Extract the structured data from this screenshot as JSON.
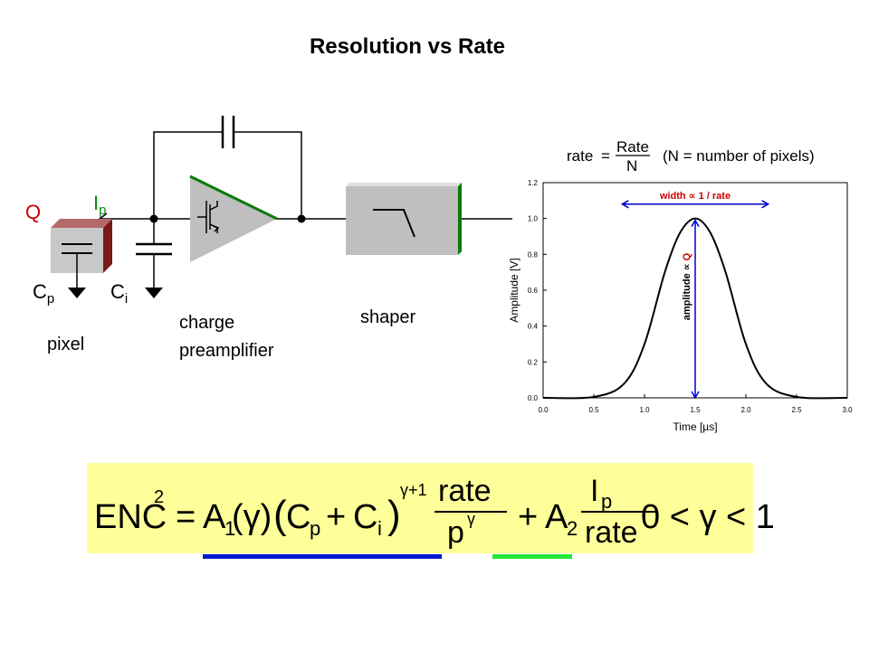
{
  "title": "Resolution vs Rate",
  "circuit": {
    "charge_label": "Q",
    "ip_main": "I",
    "ip_sub": "p",
    "cp_main": "C",
    "cp_sub": "p",
    "ci_main": "C",
    "ci_sub": "i",
    "pixel_label": "pixel",
    "preamp_label_line1": "charge",
    "preamp_label_line2": "preamplifier",
    "shaper_label": "shaper"
  },
  "rate_formula": {
    "lhs": "rate",
    "numerator": "Rate",
    "denominator": "N",
    "note": "(N = number of pixels)"
  },
  "chart_data": {
    "type": "line",
    "xlabel": "Time [µs]",
    "ylabel": "Amplitude [V]",
    "xlim": [
      0.0,
      3.0
    ],
    "ylim": [
      0.0,
      1.2
    ],
    "xticks": [
      "0.0",
      "0.5",
      "1.0",
      "1.5",
      "2.0",
      "2.5",
      "3.0"
    ],
    "yticks": [
      "0.0",
      "0.2",
      "0.4",
      "0.6",
      "0.8",
      "1.0",
      "1.2"
    ],
    "x": [
      0.0,
      0.5,
      0.8,
      1.0,
      1.2,
      1.35,
      1.5,
      1.65,
      1.8,
      2.0,
      2.2,
      2.5,
      3.0
    ],
    "y": [
      0.0,
      0.005,
      0.08,
      0.3,
      0.7,
      0.92,
      1.0,
      0.92,
      0.7,
      0.3,
      0.08,
      0.005,
      0.0
    ],
    "annotations": {
      "width": "width ∝ 1 / rate",
      "amplitude": "amplitude ∝ Q"
    },
    "colors": {
      "curve": "#000000",
      "annotation": "#cc0000",
      "arrow": "#0000cc"
    }
  },
  "enc_formula": {
    "enc": "ENC",
    "enc_exp": "2",
    "eq": "=",
    "a1": "A",
    "a1_sub": "1",
    "gamma_paren": "(γ)",
    "open_paren": "(",
    "cp": "C",
    "cp_sub": "p",
    "plus1": "+",
    "ci": "C",
    "ci_sub": "i",
    "close_paren": ")",
    "exp": "γ+1",
    "frac1_num": "rate",
    "frac1_den": "p",
    "frac1_den_exp": "γ",
    "plus2": "+",
    "a2": "A",
    "a2_sub": "2",
    "frac2_num": "I",
    "frac2_num_sub": "p",
    "frac2_den": "rate",
    "range": "0 < γ < 1"
  },
  "colors": {
    "formula_bg": "#ffff99",
    "underline_blue": "#0019cc",
    "underline_green": "#22e63a",
    "ip_green": "#0a8a0a",
    "q_red": "#cc0000",
    "pixel_red": "#8a1a1a"
  }
}
